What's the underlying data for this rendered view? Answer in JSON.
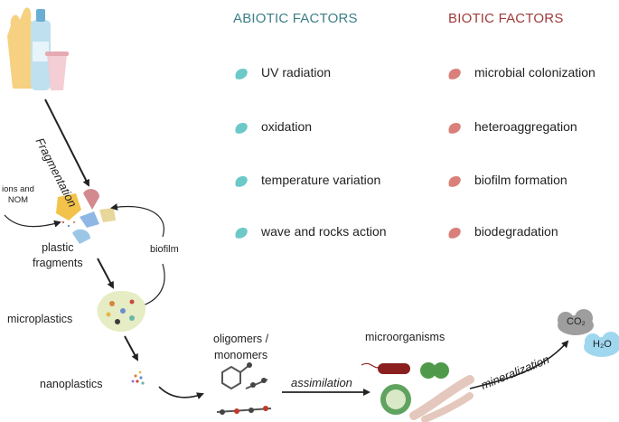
{
  "abiotic": {
    "header": "ABIOTIC FACTORS",
    "color": "#3d7f87",
    "icon_color": "#6cc9c8",
    "items": [
      "UV radiation",
      "oxidation",
      "temperature variation",
      "wave and rocks action"
    ]
  },
  "biotic": {
    "header": "BIOTIC FACTORS",
    "color": "#9e3a3a",
    "icon_color": "#d9807a",
    "items": [
      "microbial colonization",
      "heteroaggregation",
      "biofilm formation",
      "biodegradation"
    ]
  },
  "process": {
    "fragmentation": "Fragmentation",
    "ions_nom": [
      "ions and",
      "NOM"
    ],
    "plastic_fragments": [
      "plastic",
      "fragments"
    ],
    "biofilm": "biofilm",
    "microplastics": "microplastics",
    "nanoplastics": "nanoplastics",
    "oligomers": [
      "oligomers /",
      "monomers"
    ],
    "assimilation": "assimilation",
    "microorganisms": "microorganisms",
    "mineralization": "mineralization",
    "co2": "CO₂",
    "h2o": "H₂O"
  }
}
